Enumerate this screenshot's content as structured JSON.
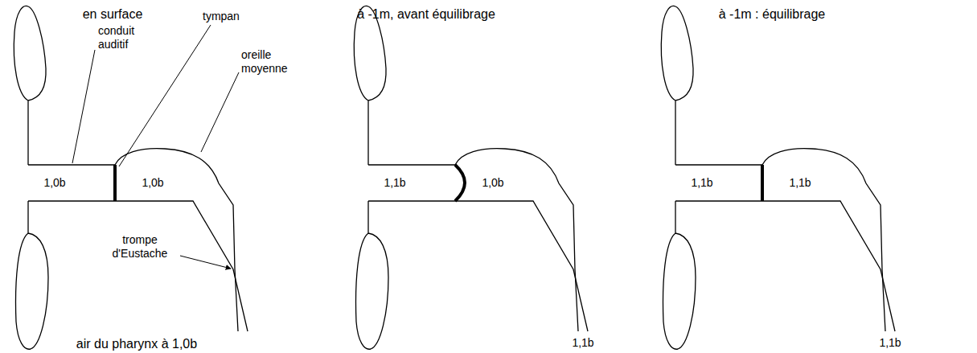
{
  "diagram": {
    "labels": [
      "en surface",
      "à -1m, avant équilibrage",
      "à -1m : équilibrage",
      "tympan",
      "conduit auditif",
      "oreille moyenne",
      "1,0b",
      "1,0b",
      "trompe d'Eustache",
      "air du pharynx à 1,0b",
      "1,1b",
      "1,0b",
      "1,1b",
      "1,1b",
      "1,1b",
      "1,1b"
    ]
  }
}
